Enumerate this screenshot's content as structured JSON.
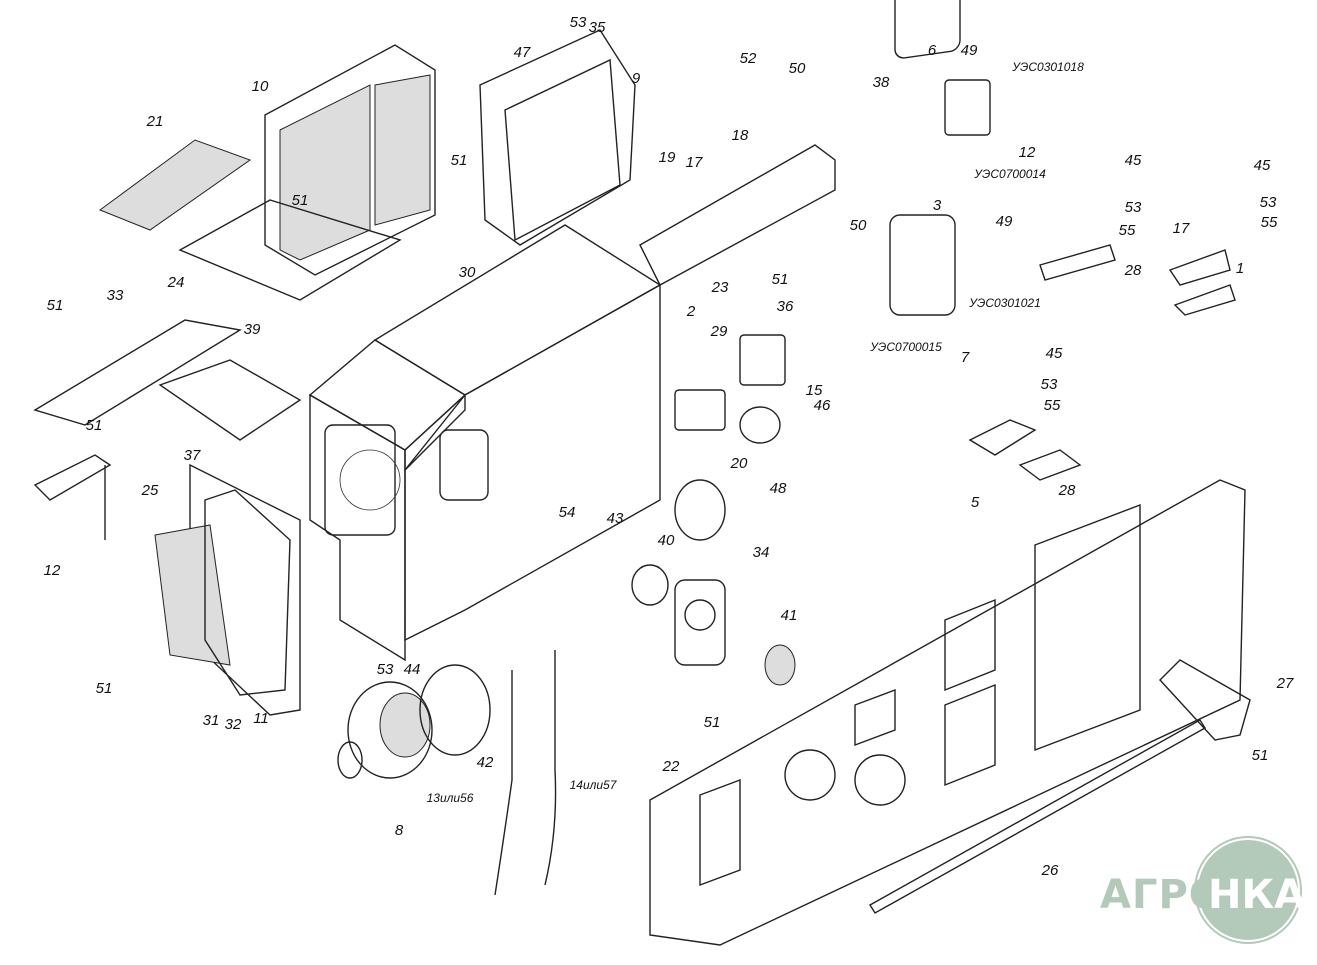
{
  "diagram": {
    "labels": [
      "53",
      "47",
      "35",
      "9",
      "52",
      "50",
      "38",
      "6",
      "49",
      "УЭС0301018",
      "12",
      "УЭС0700014",
      "3",
      "50",
      "45",
      "45",
      "53",
      "55",
      "53",
      "55",
      "17",
      "28",
      "1",
      "49",
      "УЭС0301021",
      "УЭС0700015",
      "7",
      "45",
      "53",
      "55",
      "5",
      "28",
      "10",
      "21",
      "24",
      "51",
      "51",
      "30",
      "19",
      "17",
      "18",
      "23",
      "51",
      "2",
      "29",
      "36",
      "15",
      "46",
      "20",
      "48",
      "54",
      "43",
      "40",
      "34",
      "41",
      "51",
      "33",
      "51",
      "39",
      "37",
      "51",
      "25",
      "12",
      "51",
      "31",
      "32",
      "11",
      "53",
      "44",
      "42",
      "8",
      "13или56",
      "14или57",
      "22",
      "27",
      "51",
      "26"
    ]
  },
  "logo": {
    "left": "АГРО",
    "right": "НКА",
    "color": "#b3c9b9"
  }
}
